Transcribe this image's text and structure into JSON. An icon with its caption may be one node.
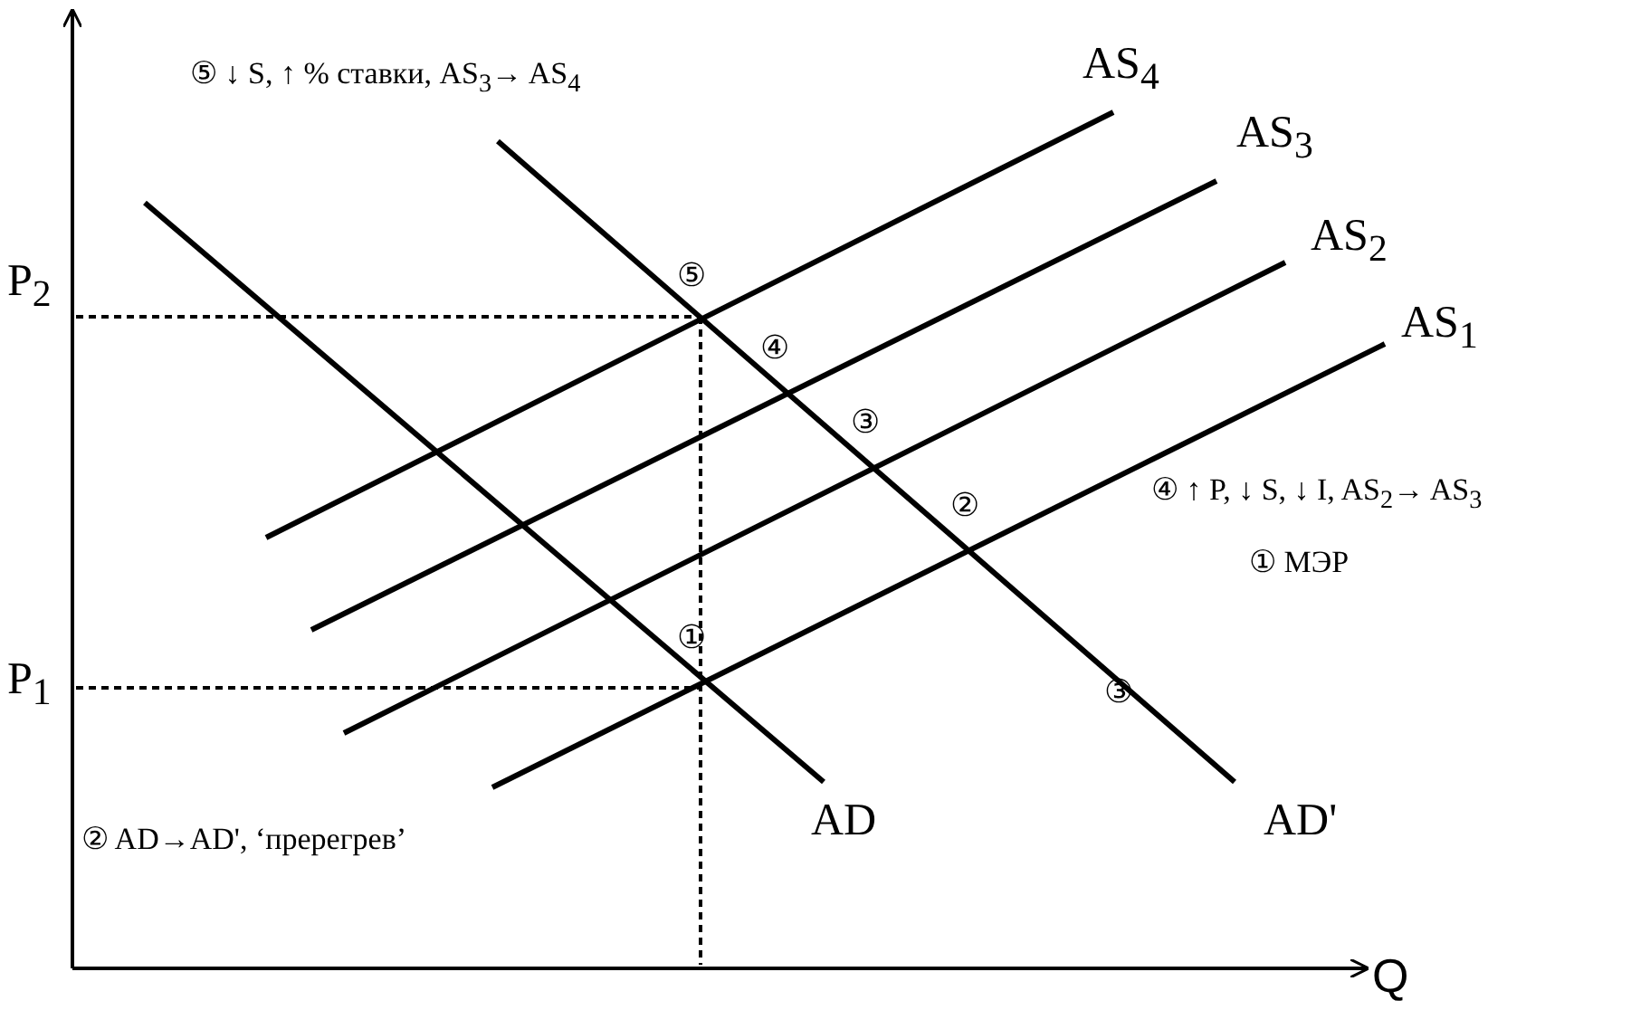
{
  "diagram": {
    "labels": [
      "⑤ ↓ S, ↑ % ставки, AS$_{3}$→ AS$_{4}$",
      "AS$_{4}$",
      "AS$_{3}$",
      "⑤",
      "P$_{2}$",
      "AS$_{2}$",
      "④",
      "AS$_{1}$",
      "③",
      "④ ↑ P, ↓ S, ↓ I, AS$_{2}$→ AS$_{3}$",
      "②",
      "① МЭР",
      "①",
      "P$_{1}$",
      "③",
      "② AD→AD', ‘пререгрев’",
      "AD",
      "AD'",
      "Q"
    ]
  }
}
